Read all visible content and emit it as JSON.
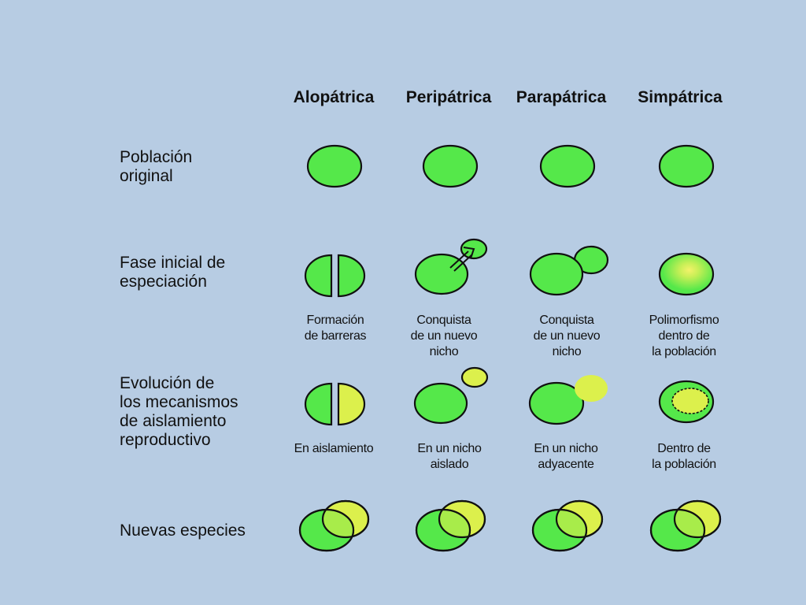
{
  "columns": [
    "Alopátrica",
    "Peripátrica",
    "Parapátrica",
    "Simpátrica"
  ],
  "rows": [
    "Población\noriginal",
    "Fase inicial de\nespeciación",
    "Evolución de\nlos mecanismos\nde aislamiento\nreproductivo",
    "Nuevas especies"
  ],
  "captions_phase": [
    "Formación\nde barreras",
    "Conquista\nde un nuevo\nnicho",
    "Conquista\nde un nuevo\nnicho",
    "Polimorfismo\ndentro de\nla población"
  ],
  "captions_evolution": [
    "En aislamiento",
    "En un nicho\naislado",
    "En un nicho\nadyacente",
    "Dentro de\nla población"
  ],
  "colors": {
    "green": "#55e84a",
    "yellow": "#dcf04c",
    "background": "#b7cce3",
    "stroke": "#111111"
  }
}
